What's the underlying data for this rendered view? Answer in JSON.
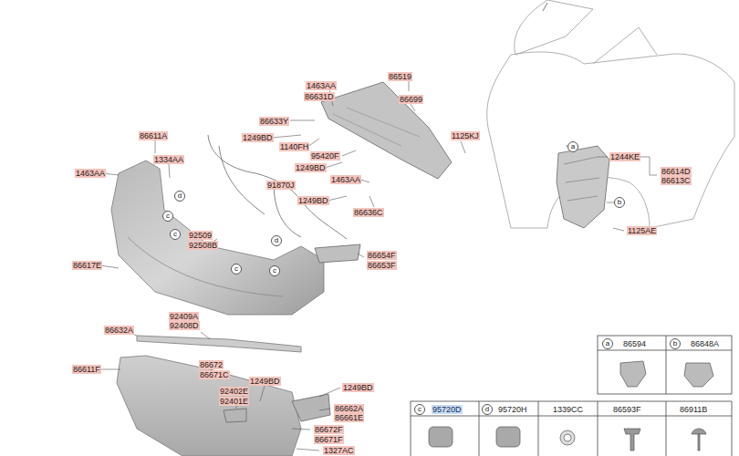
{
  "diagram": {
    "labels": [
      "1463AA",
      "86631D",
      "86519",
      "86699",
      "86633Y",
      "1249BD",
      "1140FH",
      "95420F",
      "1249BD",
      "91870J",
      "1463AA",
      "1249BD",
      "86636C",
      "1125KJ",
      "86611A",
      "1334AA",
      "1463AA",
      "d",
      "c",
      "c",
      "92509",
      "92508B",
      "d",
      "86654F",
      "86653F",
      "86617E",
      "c",
      "c",
      "92409A",
      "92408D",
      "86632A",
      "86672",
      "86671C",
      "86611F",
      "1249BD",
      "1249BD",
      "92402E",
      "92401E",
      "86662A",
      "86661E",
      "86672F",
      "86671F",
      "1327AC",
      "a",
      "1244KE",
      "86614D",
      "86613C",
      "b",
      "1125AE",
      "a",
      "86594",
      "b",
      "86848A",
      "c",
      "95720D",
      "d",
      "95720H",
      "1339CC",
      "86593F",
      "86911B"
    ]
  }
}
